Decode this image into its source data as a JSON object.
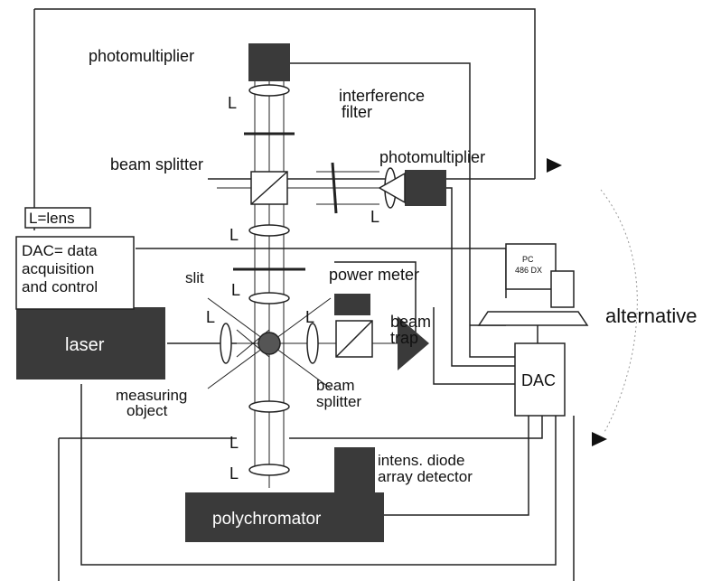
{
  "labels": {
    "photomultiplier_top": "photomultiplier",
    "interference_1": "interference",
    "interference_2": "filter",
    "beam_splitter_top": "beam splitter",
    "photomultiplier_right": "photomultiplier",
    "lens_legend": "L=lens",
    "dac_legend_1": "DAC= data",
    "dac_legend_2": "acquisition",
    "dac_legend_3": "and control",
    "slit": "slit",
    "power_meter": "power meter",
    "beam_trap_1": "beam",
    "beam_trap_2": "trap",
    "laser": "laser",
    "measuring_object_1": "measuring",
    "measuring_object_2": "object",
    "beam_splitter_bottom_1": "beam",
    "beam_splitter_bottom_2": "splitter",
    "intens_1": "intens. diode",
    "intens_2": "array detector",
    "polychromator": "polychromator",
    "dac_box": "DAC",
    "pc_1": "PC",
    "pc_2": "486 DX",
    "alternative": "alternative",
    "lens_L": "L"
  },
  "colors": {
    "dark_fill": "#3a3a3a",
    "line": "#222222",
    "background": "#ffffff"
  }
}
